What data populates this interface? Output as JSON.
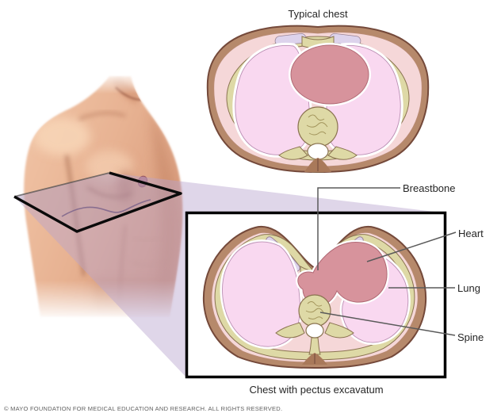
{
  "title": "Typical chest",
  "caption": "Chest with pectus excavatum",
  "labels": {
    "breastbone": "Breastbone",
    "heart": "Heart",
    "lung": "Lung",
    "spine": "Spine"
  },
  "footer": {
    "copyright": "© MAYO FOUNDATION FOR MEDICAL EDUCATION AND RESEARCH. ALL RIGHTS RESERVED."
  },
  "colors": {
    "skin_band": "#b6896b",
    "skin_outline": "#74493a",
    "flesh": "#f5d7d8",
    "bone_khaki": "#ded9a6",
    "bone_outline": "#8a7350",
    "cartilage_lavender": "#ddd3ec",
    "lung_pink": "#f9d8f0",
    "heart_rose": "#d7939c",
    "projection_cone": "#b9a3cf",
    "torso_skin": "#eab697",
    "box_border": "#000000",
    "leader_line": "#5a5a5a"
  }
}
